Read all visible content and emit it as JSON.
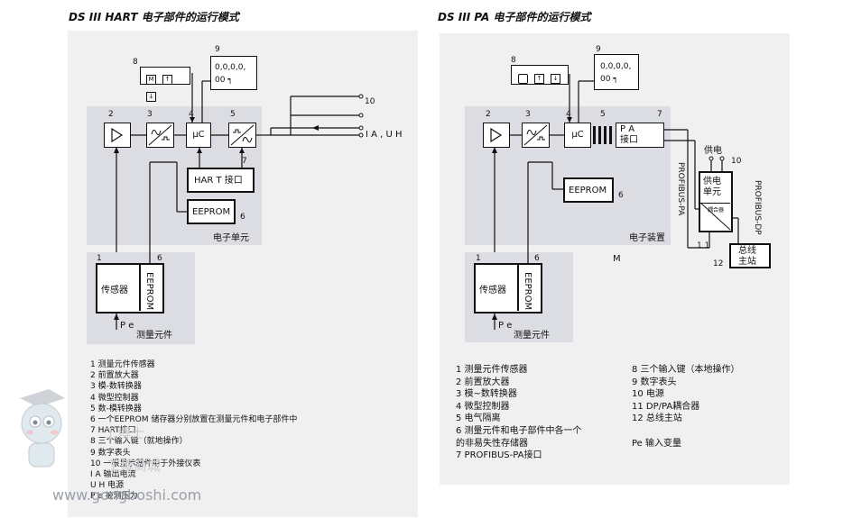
{
  "hart": {
    "title": "DS III HART 电子部件的运行模式",
    "num": {
      "n1": "1",
      "n2": "2",
      "n3": "3",
      "n4": "4",
      "n5": "5",
      "n6a": "6",
      "n6b": "6",
      "n7": "7",
      "n8": "8",
      "n9": "9",
      "n10": "10"
    },
    "blocks": {
      "mc": "µC",
      "hart_if": "HAR T 接口",
      "eeprom": "EEPROM",
      "sensor": "传感器",
      "sensor_eeprom": "EEPROM",
      "display_digits": "0,0,0,0,",
      "display_sub": "00 ┑"
    },
    "output_label": "I A , U H",
    "pe_label": "P e",
    "electronics_label": "电子单元",
    "measuring_label": "测量元件",
    "legend": [
      "1    测量元件传感器",
      "2    前置放大器",
      "3    模-数转换器",
      "4    微型控制器",
      "5    数-模转换器",
      "6    一个EEPROM 储存器分别放置在测量元件和电子部件中",
      "7    HART接口",
      "8    三个输入键（就地操作）",
      "9    数字表头",
      "10  一根显示器件用于外接仪表",
      "I A   输出电流",
      "U H   电源",
      "P e   被测压力"
    ]
  },
  "pa": {
    "title": "DS III PA 电子部件的运行模式",
    "num": {
      "n1": "1",
      "n2": "2",
      "n3": "3",
      "n4": "4",
      "n5": "5",
      "n6a": "6",
      "n6b": "6",
      "n7": "7",
      "n8": "8",
      "n9": "9",
      "n10": "10",
      "n11": "1 1",
      "n12": "12"
    },
    "blocks": {
      "mc": "µC",
      "pa_if": "P A\n接口",
      "eeprom": "EEPROM",
      "sensor": "传感器",
      "sensor_eeprom": "EEPROM",
      "display_digits": "0,0,0,0,",
      "display_sub": "00 ┑",
      "supply": "供电\n单元",
      "coupler": "耦合器",
      "bus_master": "总线\n主站"
    },
    "supply_top": "供电",
    "profibus_pa": "PROFIBUS-PA",
    "profibus_dp": "PROFIBUS-DP",
    "m_label": "M",
    "pe_label": "P e",
    "electronics_label": "电子装置",
    "measuring_label": "测量元件",
    "legend_left": [
      "1  测量元件传感器",
      "2  前置放大器",
      "3  模~数转换器",
      "4  微型控制器",
      "5  电气隔离",
      "6  测量元件和电子部件中各一个",
      "    的非易失性存储器",
      "7  PROFIBUS-PA接口"
    ],
    "legend_right": [
      "8   三个输入键（本地操作）",
      "9   数字表头",
      "10  电源",
      "11  DP/PA耦合器",
      "12  总线主站",
      "",
      "Pe  输入变量"
    ]
  },
  "watermark": {
    "brand_small": "工博士",
    "shop": "工博商城",
    "url": "www.gongboshi.com"
  }
}
